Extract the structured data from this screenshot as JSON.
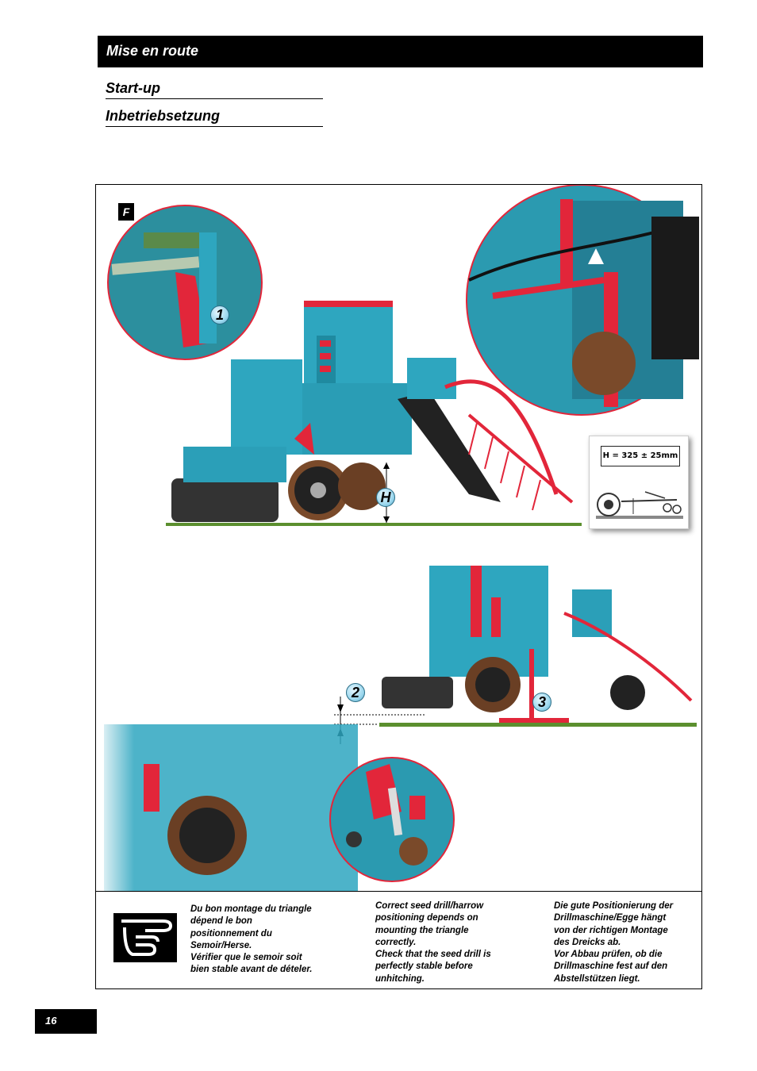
{
  "header": {
    "title": "Mise en route"
  },
  "subtitles": [
    "Start-up",
    "Inbetriebsetzung"
  ],
  "figure": {
    "label": "F",
    "callouts": [
      "1",
      "H",
      "2",
      "3"
    ],
    "spec": "H = 325 ± 25mm"
  },
  "notes": {
    "icon": "pointing-hand-icon",
    "fr": "Du bon montage du triangle\ndépend le bon\npositionnement du\nSemoir/Herse.\nVérifier que le semoir soit\nbien stable avant de dételer.",
    "en": "Correct seed drill/harrow\npositioning depends on\nmounting the triangle\ncorrectly.\nCheck that the seed drill is\nperfectly stable before\nunhitching.",
    "de": "Die gute Positionierung der\nDrillmaschine/Egge hängt\nvon der richtigen Montage\ndes Dreicks ab.\nVor Abbau prüfen, ob die\nDrillmaschine fest auf den\nAbstellstützen liegt."
  },
  "page": {
    "number": "16"
  },
  "colors": {
    "machine": "#2ea6bf",
    "accent": "#e2263a",
    "ground": "#5b8f2e"
  }
}
